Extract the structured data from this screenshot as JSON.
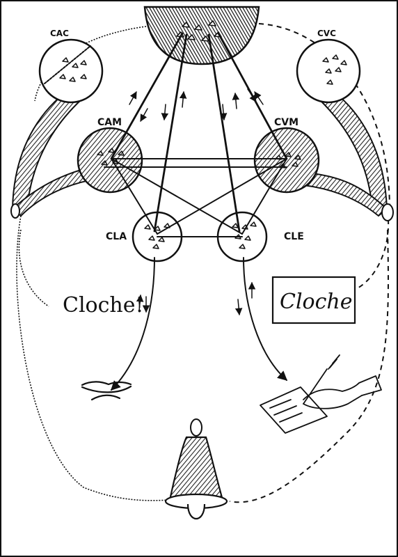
{
  "diagram": {
    "labels": {
      "cac": "CAC",
      "cvc": "CVC",
      "cam": "CAM",
      "cvm": "CVM",
      "cla": "CLA",
      "cle": "CLE"
    },
    "words": {
      "spoken": "Cloche!",
      "written": "Cloche"
    },
    "colors": {
      "ink": "#111111",
      "paper": "#ffffff"
    },
    "icons": [
      "lips-icon",
      "writing-hand-icon",
      "bell-icon"
    ]
  }
}
